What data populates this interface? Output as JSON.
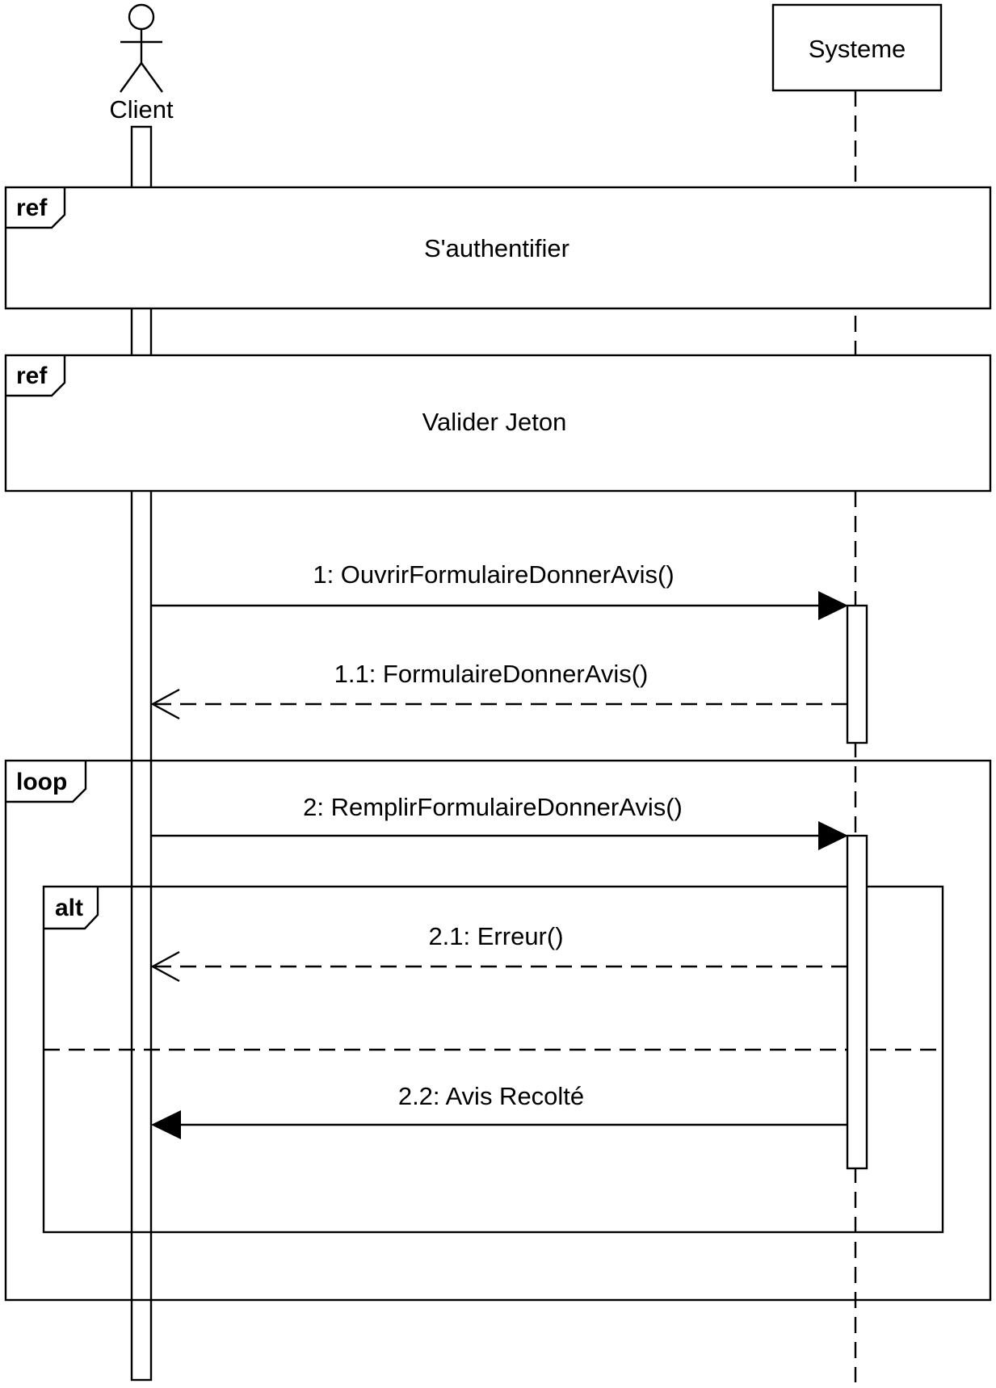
{
  "participants": {
    "actor": {
      "name": "Client",
      "icon": "stick-figure-actor-icon"
    },
    "system": {
      "name": "Systeme"
    }
  },
  "fragments": {
    "ref1": {
      "operator": "ref",
      "label": "S'authentifier"
    },
    "ref2": {
      "operator": "ref",
      "label": "Valider Jeton"
    },
    "loop": {
      "operator": "loop"
    },
    "alt": {
      "operator": "alt"
    }
  },
  "messages": [
    {
      "id": "1",
      "label": "1: OuvrirFormulaireDonnerAvis()",
      "kind": "synchronous",
      "from": "Client",
      "to": "Systeme"
    },
    {
      "id": "1.1",
      "label": "1.1: FormulaireDonnerAvis()",
      "kind": "reply",
      "from": "Systeme",
      "to": "Client"
    },
    {
      "id": "2",
      "label": "2: RemplirFormulaireDonnerAvis()",
      "kind": "synchronous",
      "from": "Client",
      "to": "Systeme"
    },
    {
      "id": "2.1",
      "label": "2.1: Erreur()",
      "kind": "reply",
      "from": "Systeme",
      "to": "Client"
    },
    {
      "id": "2.2",
      "label": "2.2: Avis Recolté",
      "kind": "synchronous",
      "from": "Systeme",
      "to": "Client"
    }
  ]
}
